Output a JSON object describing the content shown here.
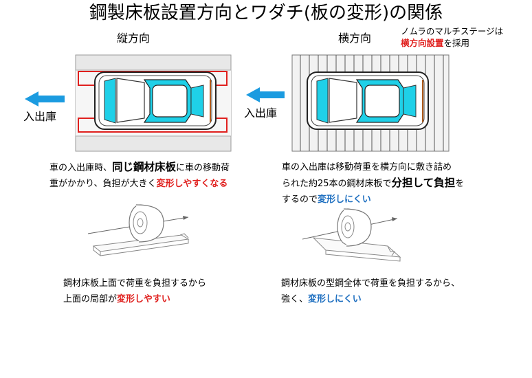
{
  "title": "鋼製床板設置方向とワダチ(板の変形)の関係",
  "left": {
    "heading": "縦方向",
    "entry_exit_label": "入出庫",
    "description": {
      "line1_pre": "車の入出庫時、",
      "line1_bold": "同じ鋼材床板",
      "line1_post": "に車の移動荷",
      "line2_pre": "重がかかり、負担が大きく",
      "line2_red": "変形しやすくなる"
    },
    "caption": {
      "line1": "鋼材床板上面で荷重を負担するから",
      "line2_pre": "上面の局部が",
      "line2_red": "変形しやすい"
    }
  },
  "right": {
    "heading": "横方向",
    "entry_exit_label": "入出庫",
    "note": {
      "line1": "ノムラのマルチステージは",
      "line2_red": "横方向設置",
      "line2_post": "を採用"
    },
    "description": {
      "line1": "車の入出庫は移動荷重を横方向に敷き詰め",
      "line2_pre": "られた約25本の鋼材床板で",
      "line2_bold": "分担して負担",
      "line2_post": "を",
      "line3_pre": "するので",
      "line3_blue": "変形しにくい"
    },
    "caption": {
      "line1": "鋼材床板の型鋼全体で荷重を負担するから、",
      "line2_pre": "強く、",
      "line2_blue": "変形しにくい"
    }
  },
  "colors": {
    "arrow": "#1b9be0",
    "highlight_red": "#e0201e",
    "highlight_blue": "#1e6fc0",
    "car_glass": "#1fd0e8"
  },
  "icons": [
    "arrow-left-icon",
    "car-top-view-icon",
    "tire-on-plate-icon"
  ]
}
